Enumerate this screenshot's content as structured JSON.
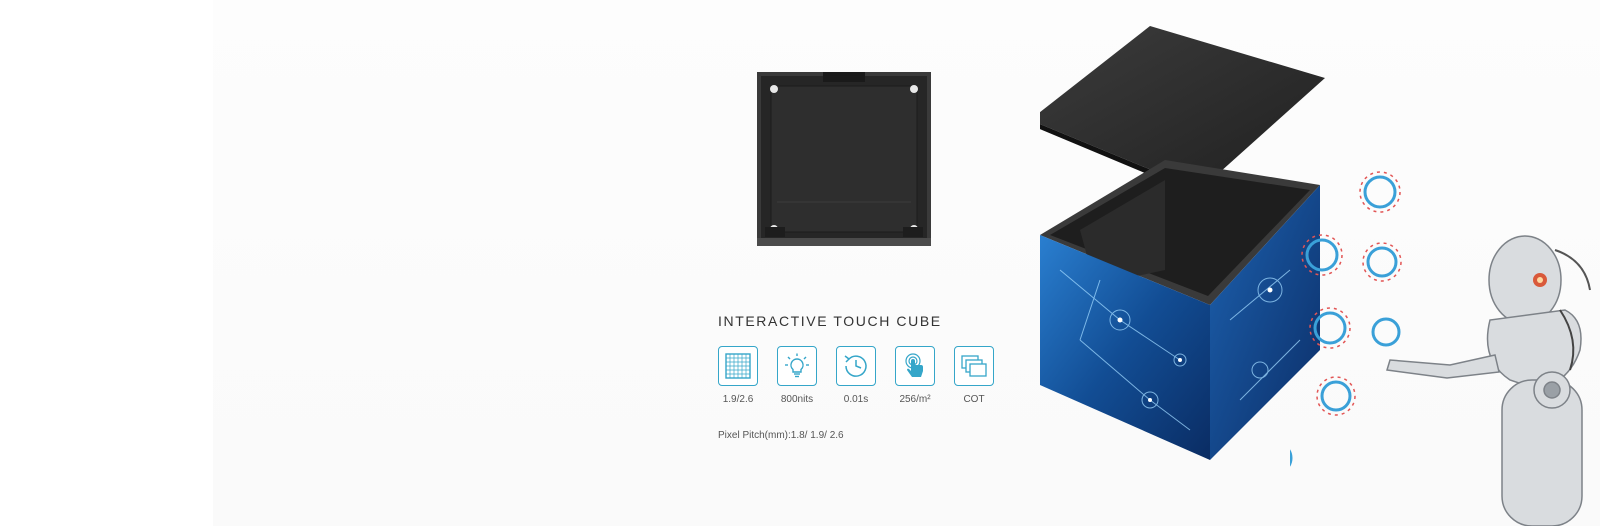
{
  "product": {
    "title": "INTERACTIVE TOUCH CUBE",
    "pixel_pitch_text": "Pixel Pitch(mm):1.8/ 1.9/ 2.6"
  },
  "specs": [
    {
      "icon": "pixel-grid-icon",
      "label": "1.9/2.6"
    },
    {
      "icon": "lightbulb-icon",
      "label": "800nits"
    },
    {
      "icon": "clock-refresh-icon",
      "label": "0.01s"
    },
    {
      "icon": "touch-hand-icon",
      "label": "256/m²"
    },
    {
      "icon": "cot-layers-icon",
      "label": "COT"
    }
  ],
  "colors": {
    "icon_accent": "#35a6c9",
    "title_text": "#333333",
    "body_text": "#555555",
    "cube_blue": "#1a5fa8"
  }
}
